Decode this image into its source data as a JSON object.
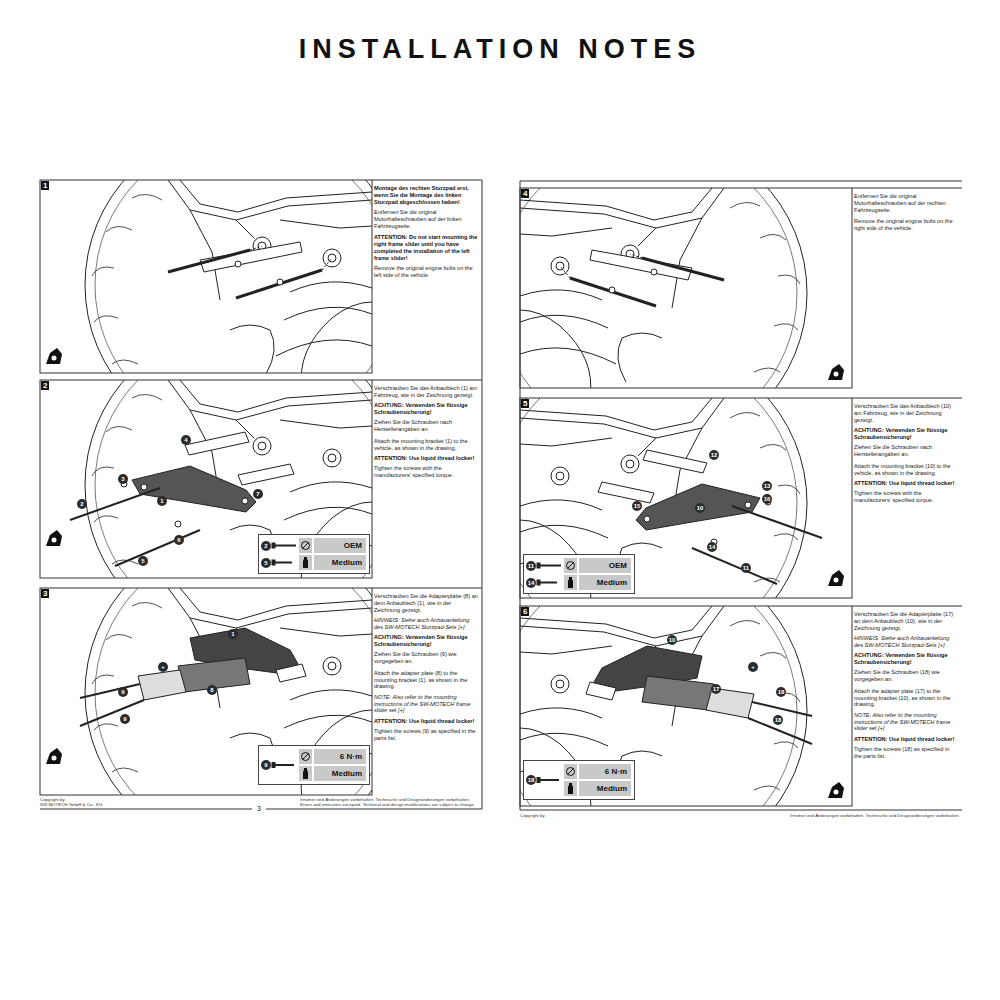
{
  "diagram": {
    "title": "INSTALLATION NOTES",
    "nodes": [
      {
        "text": [
          "1",
          "Montage des rechten Sturzpad erst, wenn Sie die Montage des linken Sturzpad abgeschlossen haben!",
          "Entfernen Sie die original Motorhalteschrauben auf der linken Fahrzeugseite.",
          "ATTENTION: Do not start mounting the right frame slider until you have completed the installation of the left frame slider!",
          "Remove the original engine bolts on the left side of the vehicle."
        ]
      },
      {
        "text": [
          "2",
          "Verschrauben Sie das Anbaublech (1) am Fahrzeug, wie in der Zeichnung gezeigt.",
          "ACHTUNG: Verwenden Sie flüssige Schraubensicherung!",
          "Ziehen Sie die Schrauben nach Herstellerangaben an.",
          "Attach the mounting bracket (1) to the vehicle, as shown in the drawing.",
          "ATTENTION: Use liquid thread locker!",
          "Tighten the screws with the manufacturers' specified torque."
        ]
      },
      {
        "text": [
          "OEM",
          "Medium"
        ],
        "in": 1
      },
      {
        "text": [
          "3",
          "Verschrauben Sie die Adapterplatte (8) an dem Anbaublech (1), wie in der Zeichnung gezeigt.",
          "HINWEIS: Siehe auch Anbauanleitung des SW-MOTECH Sturzpad-Sets [+]",
          "ACHTUNG: Verwenden Sie flüssige Schraubensicherung!",
          "Ziehen Sie die Schrauben (9) wie vorgegeben an.",
          "Attach the adapter plate (8) to the mounting bracket (1), as shown in the drawing.",
          "NOTE: Also refer to the mounting instructions of the SW-MOTECH frame slider set [+]",
          "ATTENTION: Use liquid thread locker!",
          "Tighten the screws (9) as specified in the parts list."
        ]
      },
      {
        "text": [
          "6 N·m",
          "Medium"
        ],
        "in": 3
      },
      {
        "text": [
          "4",
          "Entfernen Sie die original Motorhalteschrauben auf der rechten Fahrzeugseite.",
          "Remove the original engine bolts on the right side of the vehicle."
        ]
      },
      {
        "text": [
          "5",
          "Verschrauben Sie das Anbaublech (10) am Fahrzeug, wie in der Zeichnung gezeigt.",
          "ACHTUNG: Verwenden Sie flüssige Schraubensicherung!",
          "Ziehen Sie die Schrauben nach Herstellerangaben an.",
          "Attach the mounting bracket (10) to the vehicle, as shown in the drawing.",
          "ATTENTION: Use liquid thread locker!",
          "Tighten the screws with the manufacturers' specified torque."
        ]
      },
      {
        "text": [
          "OEM",
          "Medium"
        ],
        "in": 6
      },
      {
        "text": [
          "6",
          "Verschrauben Sie die Adapterplatte (17) an dem Anbaublech (10), wie in der Zeichnung gezeigt.",
          "HINWEIS: Siehe auch Anbauanleitung des SW-MOTECH Sturzpad-Sets [+]",
          "ACHTUNG: Verwenden Sie flüssige Schraubensicherung!",
          "Ziehen Sie die Schrauben (18) wie vorgegeben an.",
          "Attach the adapter plate (17) to the mounting bracket (10), as shown in the drawing.",
          "NOTE: Also refer to the mounting instructions of the SW-MOTECH frame slider set [+]",
          "ATTENTION: Use liquid thread locker!",
          "Tighten the screws (18) as specified in the parts list."
        ]
      },
      {
        "text": [
          "6 N·m",
          "Medium"
        ],
        "in": 8
      }
    ],
    "labels": [
      "4",
      "3",
      "2",
      "1",
      "7",
      "6",
      "5",
      "2",
      "5",
      "1",
      "+",
      "8",
      "9",
      "9",
      "9",
      "12",
      "15",
      "10",
      "13",
      "16",
      "14",
      "11",
      "11",
      "14",
      "10",
      "+",
      "17",
      "18",
      "18",
      "18",
      "Copyright by",
      "SW-MOTECH GmbH & Co., KG",
      "3",
      "Irrtümer und Änderungen vorbehalten. Technische und Designänderungen vorbehalten.",
      "Errors and omissions excepted. Technical and design modifications are subject to change.",
      "Copyright by",
      "Irrtümer und Änderungen vorbehalten. Technische und Designänderungen vorbehalten."
    ]
  }
}
